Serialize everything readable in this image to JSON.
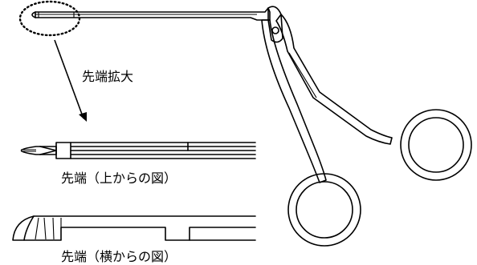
{
  "labels": {
    "magnify": "先端拡大",
    "top_view": "先端（上からの図）",
    "side_view": "先端（横からの図）"
  }
}
